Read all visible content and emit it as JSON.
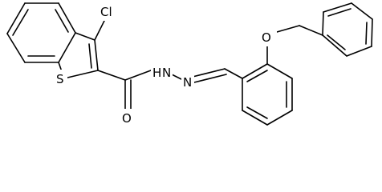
{
  "diagram": {
    "type": "chemical-structure",
    "atoms": [
      {
        "id": "cl",
        "label": "Cl"
      },
      {
        "id": "s",
        "label": "S"
      },
      {
        "id": "o_carbonyl",
        "label": "O"
      },
      {
        "id": "nh",
        "label": "H"
      },
      {
        "id": "n_imine",
        "label": "N"
      },
      {
        "id": "n_amide",
        "label": "N"
      },
      {
        "id": "o_ether",
        "label": "O"
      }
    ]
  }
}
